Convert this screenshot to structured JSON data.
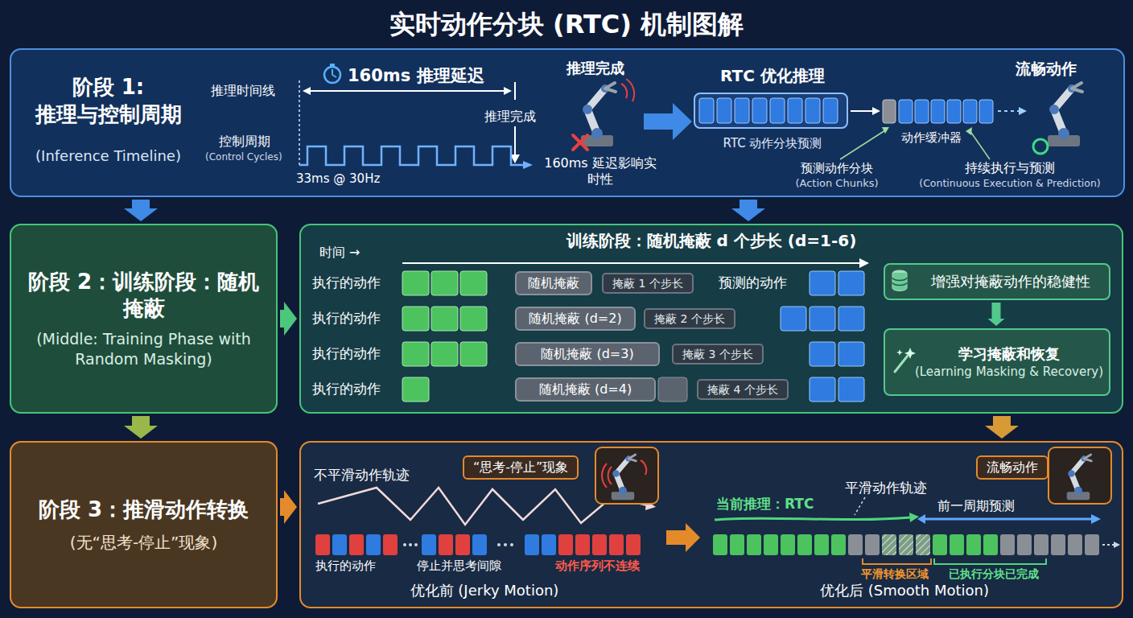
{
  "diagram": {
    "title": "实时动作分块 (RTC) 机制图解",
    "nodes": [
      {
        "text": [
          "阶段 1: 推理与控制周期",
          "(Inference Timeline)"
        ]
      },
      {
        "text": [
          "RTC 优化推理",
          "RTC 动作分块预测"
        ],
        "in": 0
      },
      {
        "text": [
          "阶段 2：训练阶段：随机掩蔽",
          "(Middle: Training Phase with Random Masking)"
        ]
      },
      {
        "text": [
          "训练阶段：随机掩蔽 d 个步长 (d=1-6)"
        ]
      },
      {
        "text": [
          "随机掩蔽"
        ],
        "in": 3
      },
      {
        "text": [
          "掩蔽 1 个步长"
        ],
        "in": 3
      },
      {
        "text": [
          "随机掩蔽 (d=2)"
        ],
        "in": 3
      },
      {
        "text": [
          "掩蔽 2 个步长"
        ],
        "in": 3
      },
      {
        "text": [
          "随机掩蔽 (d=3)"
        ],
        "in": 3
      },
      {
        "text": [
          "掩蔽 3 个步长"
        ],
        "in": 3
      },
      {
        "text": [
          "随机掩蔽 (d=4)"
        ],
        "in": 3
      },
      {
        "text": [
          "掩蔽 4 个步长"
        ],
        "in": 3
      },
      {
        "text": [
          "增强对掩蔽动作的稳健性"
        ],
        "in": 3
      },
      {
        "text": [
          "学习掩蔽和恢复",
          "(Learning Masking & Recovery)"
        ],
        "in": 3
      },
      {
        "text": [
          "阶段 3：推滑动作转换",
          "(无“思考-停止”现象)"
        ]
      },
      {
        "text": [
          "优化前 (Jerky Motion)",
          "优化后 (Smooth Motion)"
        ]
      },
      {
        "text": [
          "“思考-停止”现象"
        ],
        "in": 15
      },
      {
        "text": [
          "流畅动作"
        ],
        "in": 15
      }
    ],
    "edges": [
      {
        "from": 0,
        "to": 2,
        "arrow": "to"
      },
      {
        "from": 0,
        "to": 3,
        "arrow": "to"
      },
      {
        "from": 2,
        "to": 3,
        "arrow": "to"
      },
      {
        "from": 2,
        "to": 14,
        "arrow": "to"
      },
      {
        "from": 3,
        "to": 15,
        "arrow": "to"
      },
      {
        "from": 14,
        "to": 15,
        "arrow": "to"
      },
      {
        "from": 12,
        "to": 13,
        "arrow": "to"
      }
    ],
    "labels": [
      "160ms 推理延迟",
      "推理时间线",
      "推理完成",
      "控制周期",
      "(Control Cycles)",
      "33ms @ 30Hz",
      "推理完成",
      "160ms 延迟影响实时性",
      "流畅动作",
      "动作缓冲器",
      "预测动作分块",
      "(Action Chunks)",
      "持续执行与预测",
      "(Continuous Execution & Prediction)",
      "时间 →",
      "执行的动作",
      "执行的动作",
      "执行的动作",
      "执行的动作",
      "预测的动作",
      "不平滑动作轨迹",
      "执行的动作",
      "停止并思考间隙",
      "动作序列不连续",
      "当前推理：RTC",
      "平滑动作轨迹",
      "前一周期预测",
      "平滑转换区域",
      "已执行分块已完成"
    ]
  }
}
